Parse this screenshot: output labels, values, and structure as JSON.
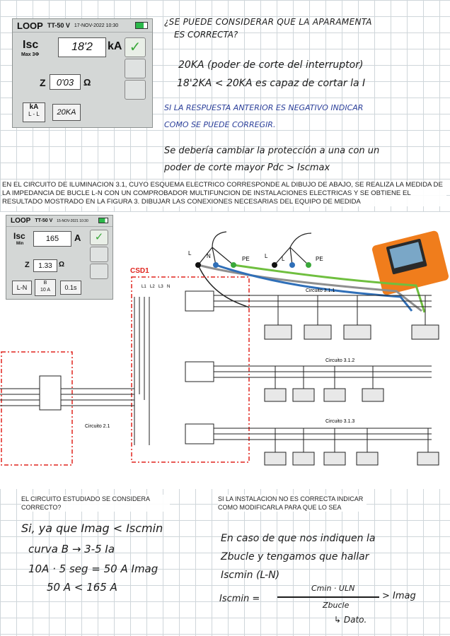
{
  "top_tester": {
    "logo": "LOOP",
    "model": "TT-50 V",
    "datetime": "17-NOV-2022 10:30",
    "isc_label": "Isc",
    "isc_sub": "Max 3Φ",
    "isc_value": "18'2",
    "isc_unit": "kA",
    "z_label": "Z",
    "z_value": "0'03",
    "z_unit": "Ω",
    "key_unit": "kA",
    "key_unit_sub": "L - L",
    "key_value": "20KA"
  },
  "handwriting_top": {
    "q1": "¿SE PUEDE CONSIDERAR QUE LA APARAMENTA",
    "q1b": "ES CORRECTA?",
    "a1": "20KA (poder de corte del interruptor)",
    "a2": "18'2KA < 20KA es capaz de cortar la I",
    "q2": "SI LA RESPUESTA ANTERIOR ES NEGATIVO INDICAR",
    "q2b": "COMO SE PUEDE CORREGIR.",
    "a3": "Se debería cambiar la protección a una con un",
    "a4": "poder de corte mayor     Pdc > Iscmax"
  },
  "statement": "EN EL CIRCUITO DE ILUMINACION 3.1, CUYO ESQUEMA ELECTRICO CORRESPONDE AL DIBUJO DE ABAJO, SE REALIZA LA MEDIDA DE LA IMPEDANCIA DE BUCLE L-N CON UN COMPROBADOR MULTIFUNCION DE INSTALACIONES ELECTRICAS Y SE OBTIENE EL RESULTADO MOSTRADO EN LA FIGURA 3. DIBUJAR LAS CONEXIONES NECESARIAS DEL EQUIPO DE MEDIDA",
  "figure_tester": {
    "logo": "LOOP",
    "model": "TT-50 V",
    "datetime": "15-NOV-2021 10:30",
    "isc_label": "Isc",
    "isc_sub": "Min",
    "isc_value": "165",
    "isc_unit": "A",
    "z_label": "Z",
    "z_value": "1.33",
    "z_unit": "Ω",
    "key1": "L-N",
    "key2_top": "B",
    "key2_bottom": "10 A",
    "key3": "0.1s"
  },
  "diagram": {
    "panel_label": "CSD1",
    "probe_labels": [
      "L",
      "N",
      "PE",
      "L",
      "L",
      "PE"
    ],
    "circuit_labels": [
      "Circuito 3.1.1",
      "Circuito 3.1.2",
      "Circuito 3.1.3",
      "Circuito 2.1"
    ],
    "bus_labels": [
      "L1",
      "L2",
      "L3",
      "N"
    ],
    "colors": {
      "panel_border": "#e0231d",
      "probe_green": "#6fbf3f",
      "probe_blue": "#2f6fb8",
      "probe_grey": "#8f8f8f",
      "meter_orange": "#f07d1c"
    }
  },
  "bottom_left": {
    "question": "EL CIRCUITO ESTUDIADO SE CONSIDERA CORRECTO?",
    "l1": "Si, ya que Imag < Iscmin",
    "l2": "curva B  →  3-5 Ia",
    "l3": "10A · 5 seg = 50 A  Imag",
    "l4": "50 A  <  165 A"
  },
  "bottom_right": {
    "question": "SI LA INSTALACION NO ES CORRECTA INDICAR COMO MODIFICARLA PARA QUE LO SEA",
    "l1": "En caso de que nos indiquen la",
    "l2": "Zbucle y tengamos que hallar",
    "l3": "Iscmin  (L-N)",
    "l4": "Iscmin  =",
    "frac_num": "Cmin · ULN",
    "frac_den": "Zbucle",
    "frac_rhs": "> Imag",
    "l5": "↳ Dato."
  }
}
